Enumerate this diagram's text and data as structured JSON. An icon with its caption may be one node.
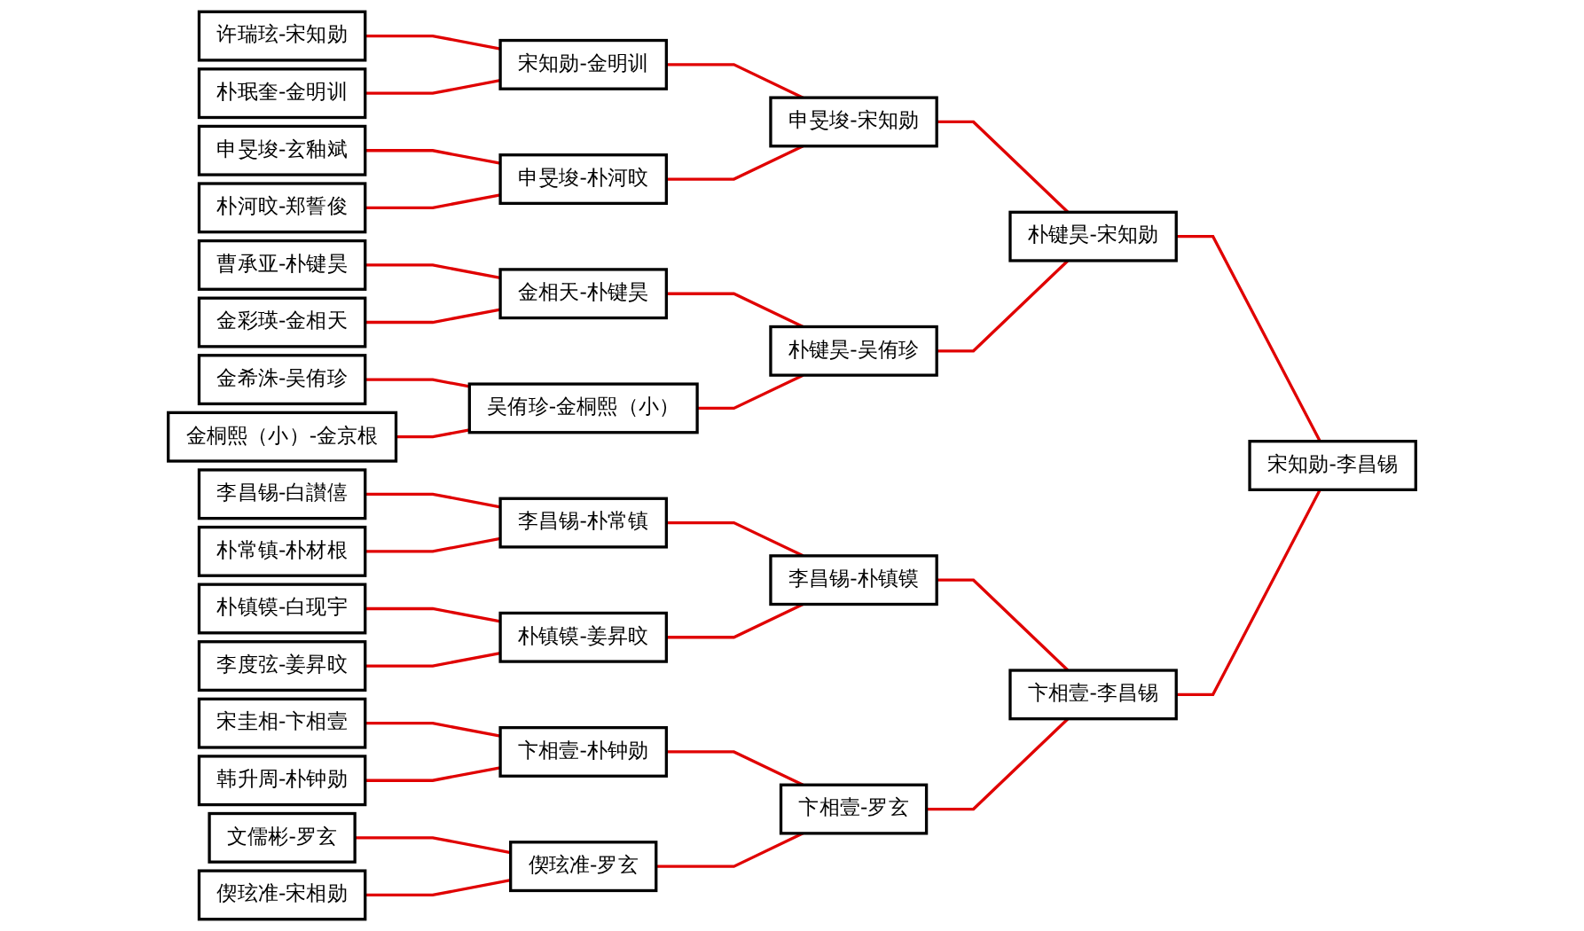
{
  "diagram": {
    "nodes": [
      {
        "text": [
          "许瑞玹-宋知勋"
        ]
      },
      {
        "text": [
          "朴珉奎-金明训"
        ]
      },
      {
        "text": [
          "申旻埈-玄釉斌"
        ]
      },
      {
        "text": [
          "朴河旼-郑誓俊"
        ]
      },
      {
        "text": [
          "曹承亚-朴键昊"
        ]
      },
      {
        "text": [
          "金彩瑛-金相天"
        ]
      },
      {
        "text": [
          "金希洙-吴侑珍"
        ]
      },
      {
        "text": [
          "金桐熙（小）-金京根"
        ]
      },
      {
        "text": [
          "李昌锡-白讃僖"
        ]
      },
      {
        "text": [
          "朴常镇-朴材根"
        ]
      },
      {
        "text": [
          "朴镇镆-白现宇"
        ]
      },
      {
        "text": [
          "李度弦-姜昇旼"
        ]
      },
      {
        "text": [
          "宋圭相-卞相壹"
        ]
      },
      {
        "text": [
          "韩升周-朴钟勋"
        ]
      },
      {
        "text": [
          "文儒彬-罗玄"
        ]
      },
      {
        "text": [
          "偰玹准-宋相勋"
        ]
      },
      {
        "text": [
          "宋知勋-金明训"
        ]
      },
      {
        "text": [
          "申旻埈-朴河旼"
        ]
      },
      {
        "text": [
          "金相天-朴键昊"
        ]
      },
      {
        "text": [
          "吴侑珍-金桐熙（小）"
        ]
      },
      {
        "text": [
          "李昌锡-朴常镇"
        ]
      },
      {
        "text": [
          "朴镇镆-姜昇旼"
        ]
      },
      {
        "text": [
          "卞相壹-朴钟勋"
        ]
      },
      {
        "text": [
          "偰玹准-罗玄"
        ]
      },
      {
        "text": [
          "申旻埈-宋知勋"
        ]
      },
      {
        "text": [
          "朴键昊-吴侑珍"
        ]
      },
      {
        "text": [
          "李昌锡-朴镇镆"
        ]
      },
      {
        "text": [
          "卞相壹-罗玄"
        ]
      },
      {
        "text": [
          "朴键昊-宋知勋"
        ]
      },
      {
        "text": [
          "卞相壹-李昌锡"
        ]
      },
      {
        "text": [
          "宋知勋-李昌锡"
        ]
      }
    ],
    "edges": [
      {
        "from": 0,
        "to": 16,
        "arrow": "none"
      },
      {
        "from": 1,
        "to": 16,
        "arrow": "none"
      },
      {
        "from": 2,
        "to": 17,
        "arrow": "none"
      },
      {
        "from": 3,
        "to": 17,
        "arrow": "none"
      },
      {
        "from": 4,
        "to": 18,
        "arrow": "none"
      },
      {
        "from": 5,
        "to": 18,
        "arrow": "none"
      },
      {
        "from": 6,
        "to": 19,
        "arrow": "none"
      },
      {
        "from": 7,
        "to": 19,
        "arrow": "none"
      },
      {
        "from": 8,
        "to": 20,
        "arrow": "none"
      },
      {
        "from": 9,
        "to": 20,
        "arrow": "none"
      },
      {
        "from": 10,
        "to": 21,
        "arrow": "none"
      },
      {
        "from": 11,
        "to": 21,
        "arrow": "none"
      },
      {
        "from": 12,
        "to": 22,
        "arrow": "none"
      },
      {
        "from": 13,
        "to": 22,
        "arrow": "none"
      },
      {
        "from": 14,
        "to": 23,
        "arrow": "none"
      },
      {
        "from": 15,
        "to": 23,
        "arrow": "none"
      },
      {
        "from": 16,
        "to": 24,
        "arrow": "none"
      },
      {
        "from": 17,
        "to": 24,
        "arrow": "none"
      },
      {
        "from": 18,
        "to": 25,
        "arrow": "none"
      },
      {
        "from": 19,
        "to": 25,
        "arrow": "none"
      },
      {
        "from": 20,
        "to": 26,
        "arrow": "none"
      },
      {
        "from": 21,
        "to": 26,
        "arrow": "none"
      },
      {
        "from": 22,
        "to": 27,
        "arrow": "none"
      },
      {
        "from": 23,
        "to": 27,
        "arrow": "none"
      },
      {
        "from": 24,
        "to": 28,
        "arrow": "none"
      },
      {
        "from": 25,
        "to": 28,
        "arrow": "none"
      },
      {
        "from": 26,
        "to": 29,
        "arrow": "none"
      },
      {
        "from": 27,
        "to": 29,
        "arrow": "none"
      },
      {
        "from": 28,
        "to": 30,
        "arrow": "none"
      },
      {
        "from": 29,
        "to": 30,
        "arrow": "none"
      }
    ]
  }
}
